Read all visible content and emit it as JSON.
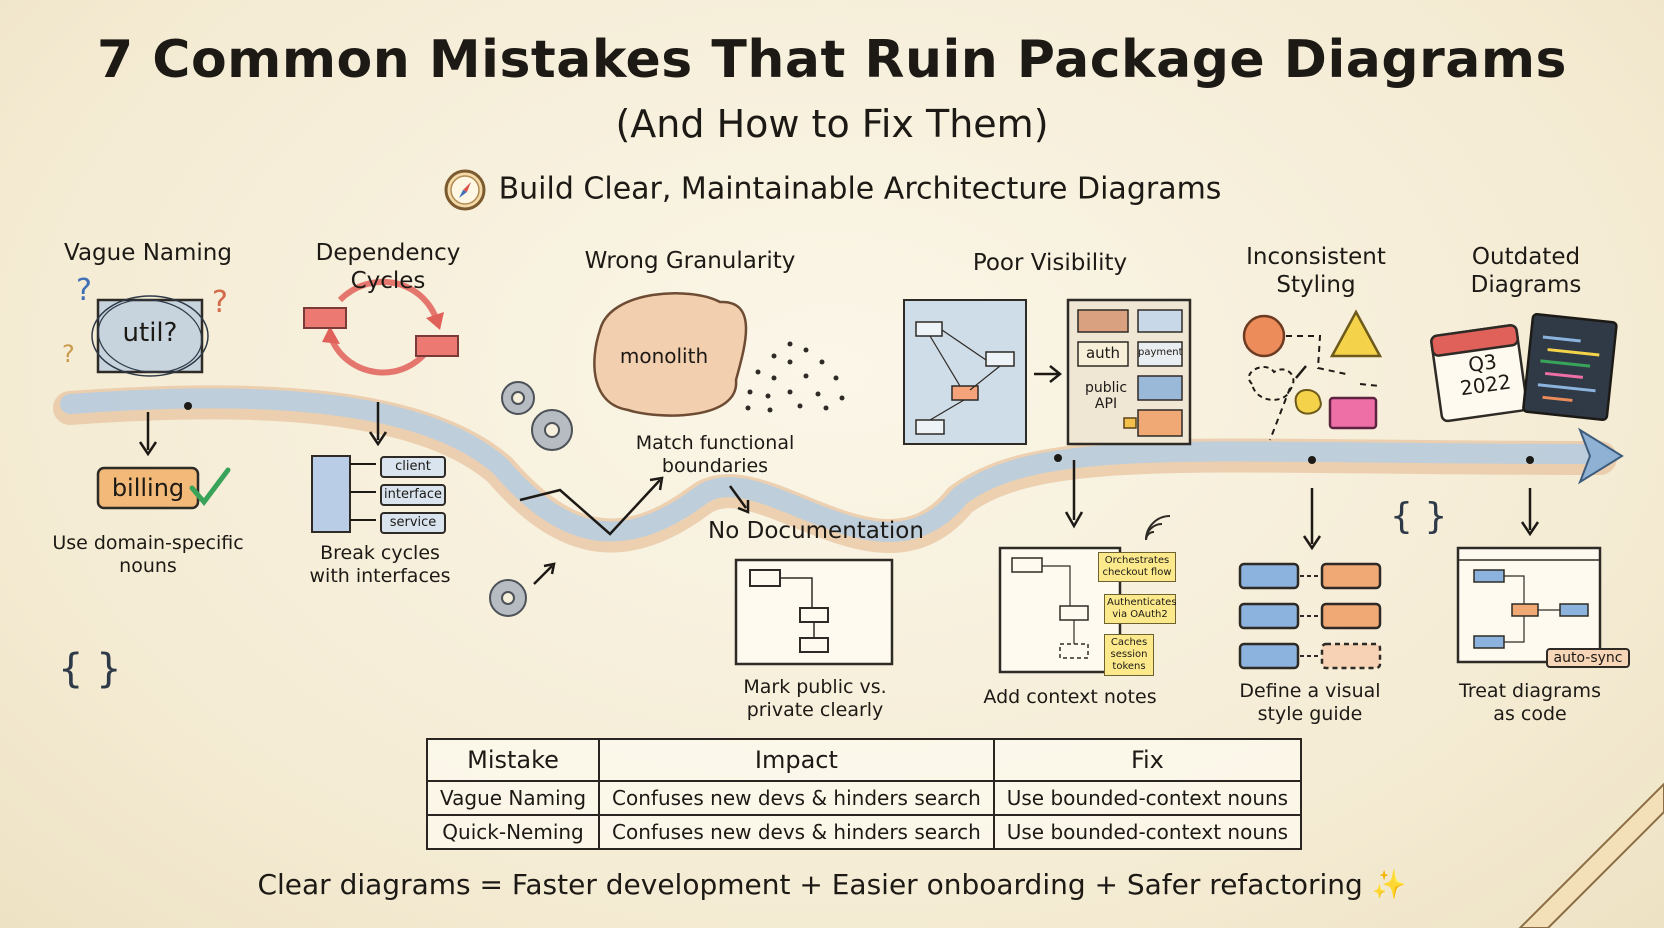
{
  "title": "7 Common Mistakes That Ruin Package Diagrams",
  "subtitle": "(And How to Fix Them)",
  "tagline": "Build Clear, Maintainable Architecture Diagrams",
  "steps": [
    {
      "heading": "Vague Naming",
      "bad_label": "util?",
      "good_label": "billing",
      "caption": "Use domain-specific nouns"
    },
    {
      "heading": "Dependency Cycles",
      "interfaces": [
        "client",
        "interface",
        "service"
      ],
      "caption": "Break cycles with interfaces"
    },
    {
      "heading": "Wrong Granularity",
      "blob_label": "monolith",
      "caption": "Match functional boundaries"
    },
    {
      "heading": "No Documentation",
      "caption": "Mark public vs. private clearly"
    },
    {
      "heading": "Poor Visibility",
      "modules": [
        "auth",
        "payment",
        "public API"
      ],
      "caption": "Add context notes",
      "notes": [
        "Orchestrates checkout flow",
        "Authenticates via OAuth2",
        "Caches session tokens"
      ]
    },
    {
      "heading": "Inconsistent Styling",
      "caption": "Define a visual style guide"
    },
    {
      "heading": "Outdated Diagrams",
      "calendar": "Q3 2022",
      "badge": "auto-sync",
      "caption": "Treat diagrams as code"
    }
  ],
  "braces": "{ }",
  "table": {
    "headers": [
      "Mistake",
      "Impact",
      "Fix"
    ],
    "rows": [
      [
        "Vague Naming",
        "Confuses new devs & hinders search",
        "Use bounded-context nouns"
      ],
      [
        "Quick-Neming",
        "Confuses new devs & hinders search",
        "Use bounded-context nouns"
      ]
    ]
  },
  "footer": "Clear diagrams = Faster development + Easier onboarding + Safer refactoring ✨",
  "colors": {
    "road": "#b9cde0",
    "road_edge": "#e9c7a4",
    "accent_green": "#3aa35a",
    "red": "#e0605a",
    "orange": "#ec8c5a",
    "yellow": "#f4d34a",
    "pink": "#ee6ea6",
    "blue": "#8bb3dd"
  }
}
